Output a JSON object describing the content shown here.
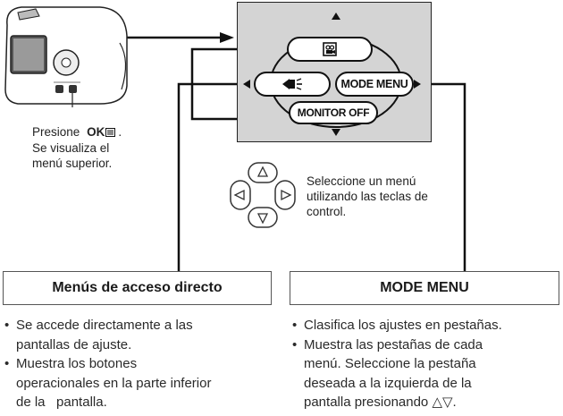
{
  "press_caption": {
    "prefix": "Presione",
    "ok_key": "OK",
    "suffix": ".",
    "line2": "Se visualiza el",
    "line3": "menú superior."
  },
  "screen_menu": {
    "top_icon": "movie-mode-icon",
    "left_icon": "flash-icon",
    "right_label": "MODE MENU",
    "bottom_label": "MONITOR OFF"
  },
  "control_caption": {
    "line1": "Seleccione un menú",
    "line2": "utilizando las teclas de",
    "line3": "control."
  },
  "left_panel": {
    "heading": "Menús de acceso directo",
    "bullets": [
      [
        "Se accede directamente a las",
        "pantallas de ajuste."
      ],
      [
        "Muestra los botones",
        "operacionales en la parte inferior",
        "de la   pantalla."
      ]
    ]
  },
  "right_panel": {
    "heading": "MODE MENU",
    "bullets": [
      [
        "Clasifica los ajustes en pestañas."
      ],
      [
        "Muestra las pestañas de cada",
        "menú. Seleccione la pestaña",
        "deseada a la izquierda de la",
        "pantalla presionando △▽."
      ]
    ]
  }
}
